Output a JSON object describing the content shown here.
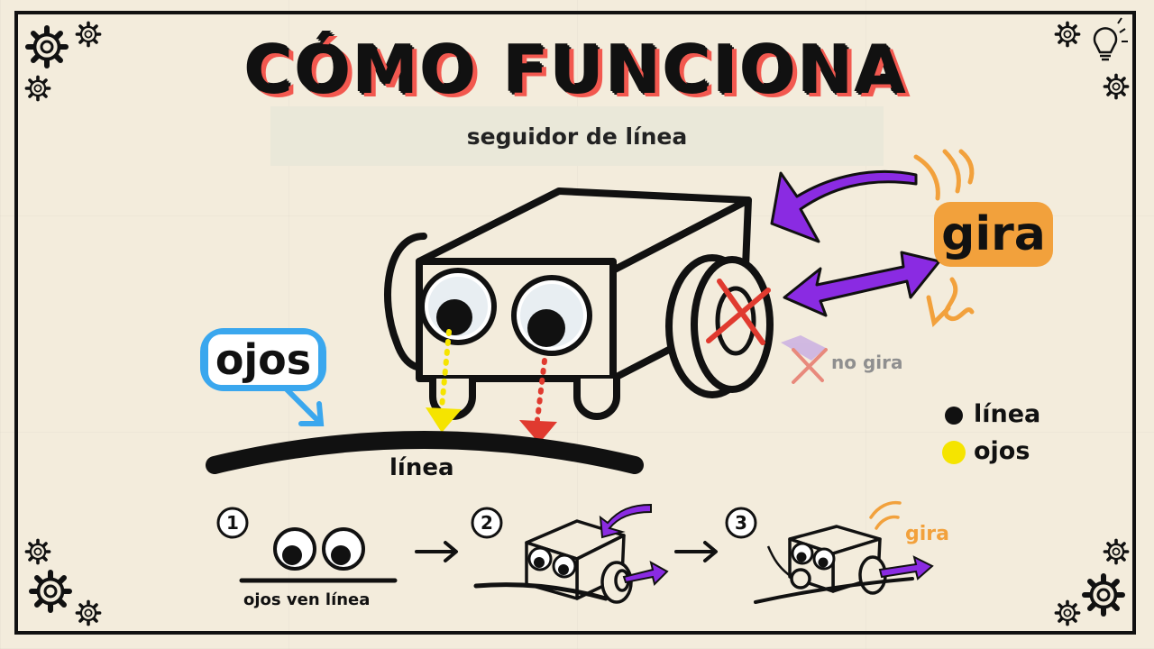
{
  "title": "CÓMO FUNCIONA",
  "subtitle": "seguidor de línea",
  "labels": {
    "ojos_callout": "ojos",
    "gira_callout": "gira",
    "no_gira": "no gira",
    "line_label": "línea"
  },
  "legend": [
    {
      "label": "línea",
      "color": "#111111"
    },
    {
      "label": "ojos",
      "color": "#f5e400"
    }
  ],
  "steps": [
    {
      "number": "1",
      "caption": "ojos ven línea"
    },
    {
      "number": "2",
      "caption": ""
    },
    {
      "number": "3",
      "caption": "gira"
    }
  ],
  "colors": {
    "arrow_purple": "#8a2be2",
    "callout_orange": "#f2a13c",
    "callout_blue": "#3aa7ee",
    "sensor_yellow": "#f5e400",
    "sensor_red": "#e03a2f",
    "title_shadow": "#f2584f"
  },
  "icons": [
    "gear-icon",
    "lightbulb-icon"
  ]
}
